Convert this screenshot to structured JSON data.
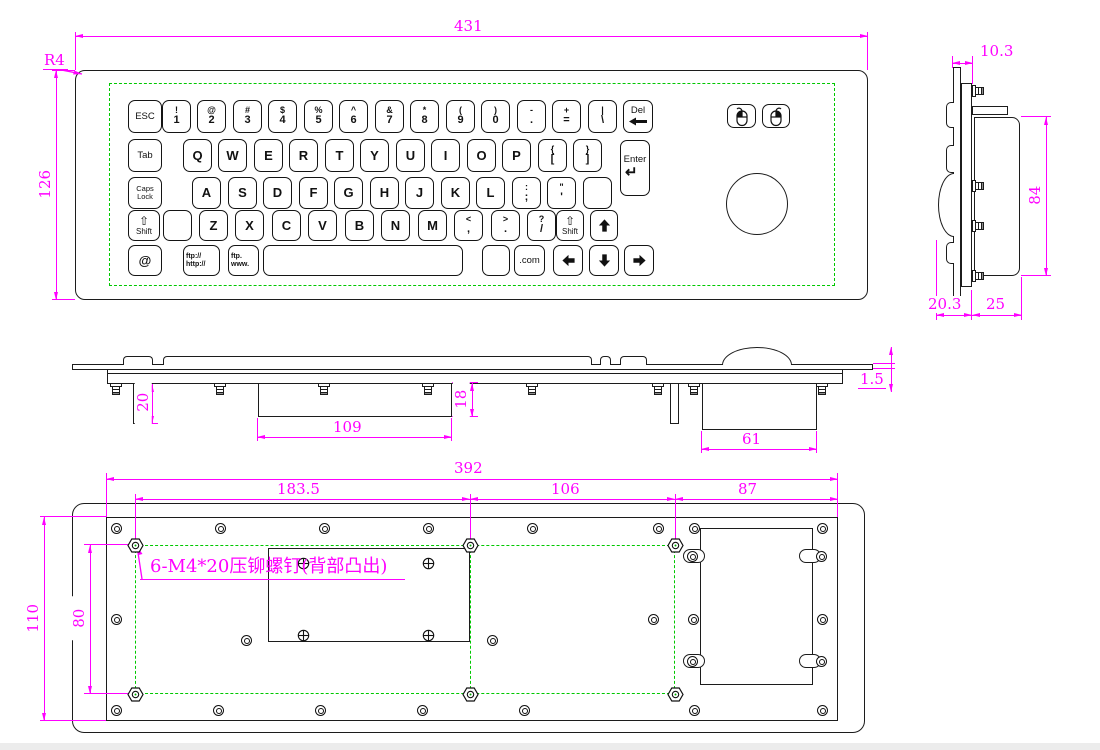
{
  "drawing_type": "industrial metal keyboard with trackball - engineering drawing, front / side / bottom-profile / back views",
  "dimensions": {
    "front": {
      "width": "431",
      "height": "126",
      "corner_radius": "R4"
    },
    "side": {
      "panel_depth": "10.3",
      "enclosure_height": "84",
      "front_depth": "20.3",
      "rear_depth": "25"
    },
    "bottom_profile": {
      "stud_length": "20",
      "controller_width": "109",
      "controller_height": "18",
      "trackball_width": "61",
      "plate_thickness": "1.5"
    },
    "back": {
      "stud_field_width": "392",
      "stud_pitch_left": "183.5",
      "stud_pitch_right": "106",
      "edge_offset": "87",
      "panel_height": "110",
      "stud_pitch_vertical": "80"
    }
  },
  "annotation": {
    "rivet_note": "6-M4*20压铆螺钉(背部凸出)"
  },
  "keyboard": {
    "rows": [
      {
        "keys": [
          {
            "name": "esc",
            "lines": [
              "ESC"
            ]
          },
          {
            "name": "1",
            "lines": [
              "!",
              "1"
            ]
          },
          {
            "name": "2",
            "lines": [
              "@",
              "2"
            ]
          },
          {
            "name": "3",
            "lines": [
              "#",
              "3"
            ]
          },
          {
            "name": "4",
            "lines": [
              "$",
              "4"
            ]
          },
          {
            "name": "5",
            "lines": [
              "%",
              "5"
            ]
          },
          {
            "name": "6",
            "lines": [
              "^",
              "6"
            ]
          },
          {
            "name": "7",
            "lines": [
              "&",
              "7"
            ]
          },
          {
            "name": "8",
            "lines": [
              "*",
              "8"
            ]
          },
          {
            "name": "9",
            "lines": [
              "(",
              "9"
            ]
          },
          {
            "name": "0",
            "lines": [
              ")",
              "0"
            ]
          },
          {
            "name": "minus",
            "lines": [
              "-",
              "."
            ]
          },
          {
            "name": "equals",
            "lines": [
              "+",
              "="
            ]
          },
          {
            "name": "backslash",
            "lines": [
              "|",
              "\\"
            ]
          },
          {
            "name": "del",
            "label": "Del",
            "icon": "backspace-arrow"
          }
        ]
      },
      {
        "keys": [
          {
            "name": "tab",
            "lines": [
              "Tab"
            ]
          },
          {
            "name": "q",
            "lines": [
              "Q"
            ]
          },
          {
            "name": "w",
            "lines": [
              "W"
            ]
          },
          {
            "name": "e",
            "lines": [
              "E"
            ]
          },
          {
            "name": "r",
            "lines": [
              "R"
            ]
          },
          {
            "name": "t",
            "lines": [
              "T"
            ]
          },
          {
            "name": "y",
            "lines": [
              "Y"
            ]
          },
          {
            "name": "u",
            "lines": [
              "U"
            ]
          },
          {
            "name": "i",
            "lines": [
              "I"
            ]
          },
          {
            "name": "o",
            "lines": [
              "O"
            ]
          },
          {
            "name": "p",
            "lines": [
              "P"
            ]
          },
          {
            "name": "bracket-open",
            "lines": [
              "{",
              "["
            ]
          },
          {
            "name": "bracket-close",
            "lines": [
              "}",
              "]"
            ]
          }
        ]
      },
      {
        "keys": [
          {
            "name": "caps-lock",
            "lines": [
              "Caps",
              "Lock"
            ]
          },
          {
            "name": "a",
            "lines": [
              "A"
            ]
          },
          {
            "name": "s",
            "lines": [
              "S"
            ]
          },
          {
            "name": "d",
            "lines": [
              "D"
            ]
          },
          {
            "name": "f",
            "lines": [
              "F"
            ]
          },
          {
            "name": "g",
            "lines": [
              "G"
            ]
          },
          {
            "name": "h",
            "lines": [
              "H"
            ]
          },
          {
            "name": "j",
            "lines": [
              "J"
            ]
          },
          {
            "name": "k",
            "lines": [
              "K"
            ]
          },
          {
            "name": "l",
            "lines": [
              "L"
            ]
          },
          {
            "name": "semicolon",
            "lines": [
              ":",
              ";"
            ]
          },
          {
            "name": "quote",
            "lines": [
              "\"",
              "'"
            ]
          },
          {
            "name": "blank-1",
            "lines": []
          }
        ]
      },
      {
        "keys": [
          {
            "name": "shift-left",
            "lines": [
              "⇧",
              "Shift"
            ]
          },
          {
            "name": "blank-2",
            "lines": []
          },
          {
            "name": "z",
            "lines": [
              "Z"
            ]
          },
          {
            "name": "x",
            "lines": [
              "X"
            ]
          },
          {
            "name": "c",
            "lines": [
              "C"
            ]
          },
          {
            "name": "v",
            "lines": [
              "V"
            ]
          },
          {
            "name": "b",
            "lines": [
              "B"
            ]
          },
          {
            "name": "n",
            "lines": [
              "N"
            ]
          },
          {
            "name": "m",
            "lines": [
              "M"
            ]
          },
          {
            "name": "comma",
            "lines": [
              "<",
              ","
            ]
          },
          {
            "name": "period",
            "lines": [
              ">",
              "."
            ]
          },
          {
            "name": "slash",
            "lines": [
              "?",
              "/"
            ]
          },
          {
            "name": "shift-right",
            "lines": [
              "⇧",
              "Shift"
            ]
          },
          {
            "name": "arrow-up",
            "icon": "arrow-up"
          }
        ]
      },
      {
        "keys": [
          {
            "name": "at",
            "lines": [
              "@"
            ]
          },
          {
            "name": "ftp-http",
            "lines": [
              "ftp://",
              "http://"
            ]
          },
          {
            "name": "ftp-www",
            "lines": [
              "ftp.",
              "www."
            ]
          },
          {
            "name": "space",
            "lines": []
          },
          {
            "name": "blank-3",
            "lines": []
          },
          {
            "name": "dot-com",
            "lines": [
              ".com"
            ]
          },
          {
            "name": "arrow-left",
            "icon": "arrow-left"
          },
          {
            "name": "arrow-down",
            "icon": "arrow-down"
          },
          {
            "name": "arrow-right",
            "icon": "arrow-right"
          }
        ]
      }
    ],
    "enter_key": {
      "name": "enter",
      "label": "Enter",
      "icon": "return-arrow"
    },
    "mouse_keys": [
      {
        "name": "mouse-left-click",
        "icon": "mouse-left"
      },
      {
        "name": "mouse-right-click",
        "icon": "mouse-right"
      }
    ]
  },
  "colors": {
    "dimension": "#ff00ff",
    "outline": "#1c1c1c",
    "stud_boundary": "#00c800"
  }
}
